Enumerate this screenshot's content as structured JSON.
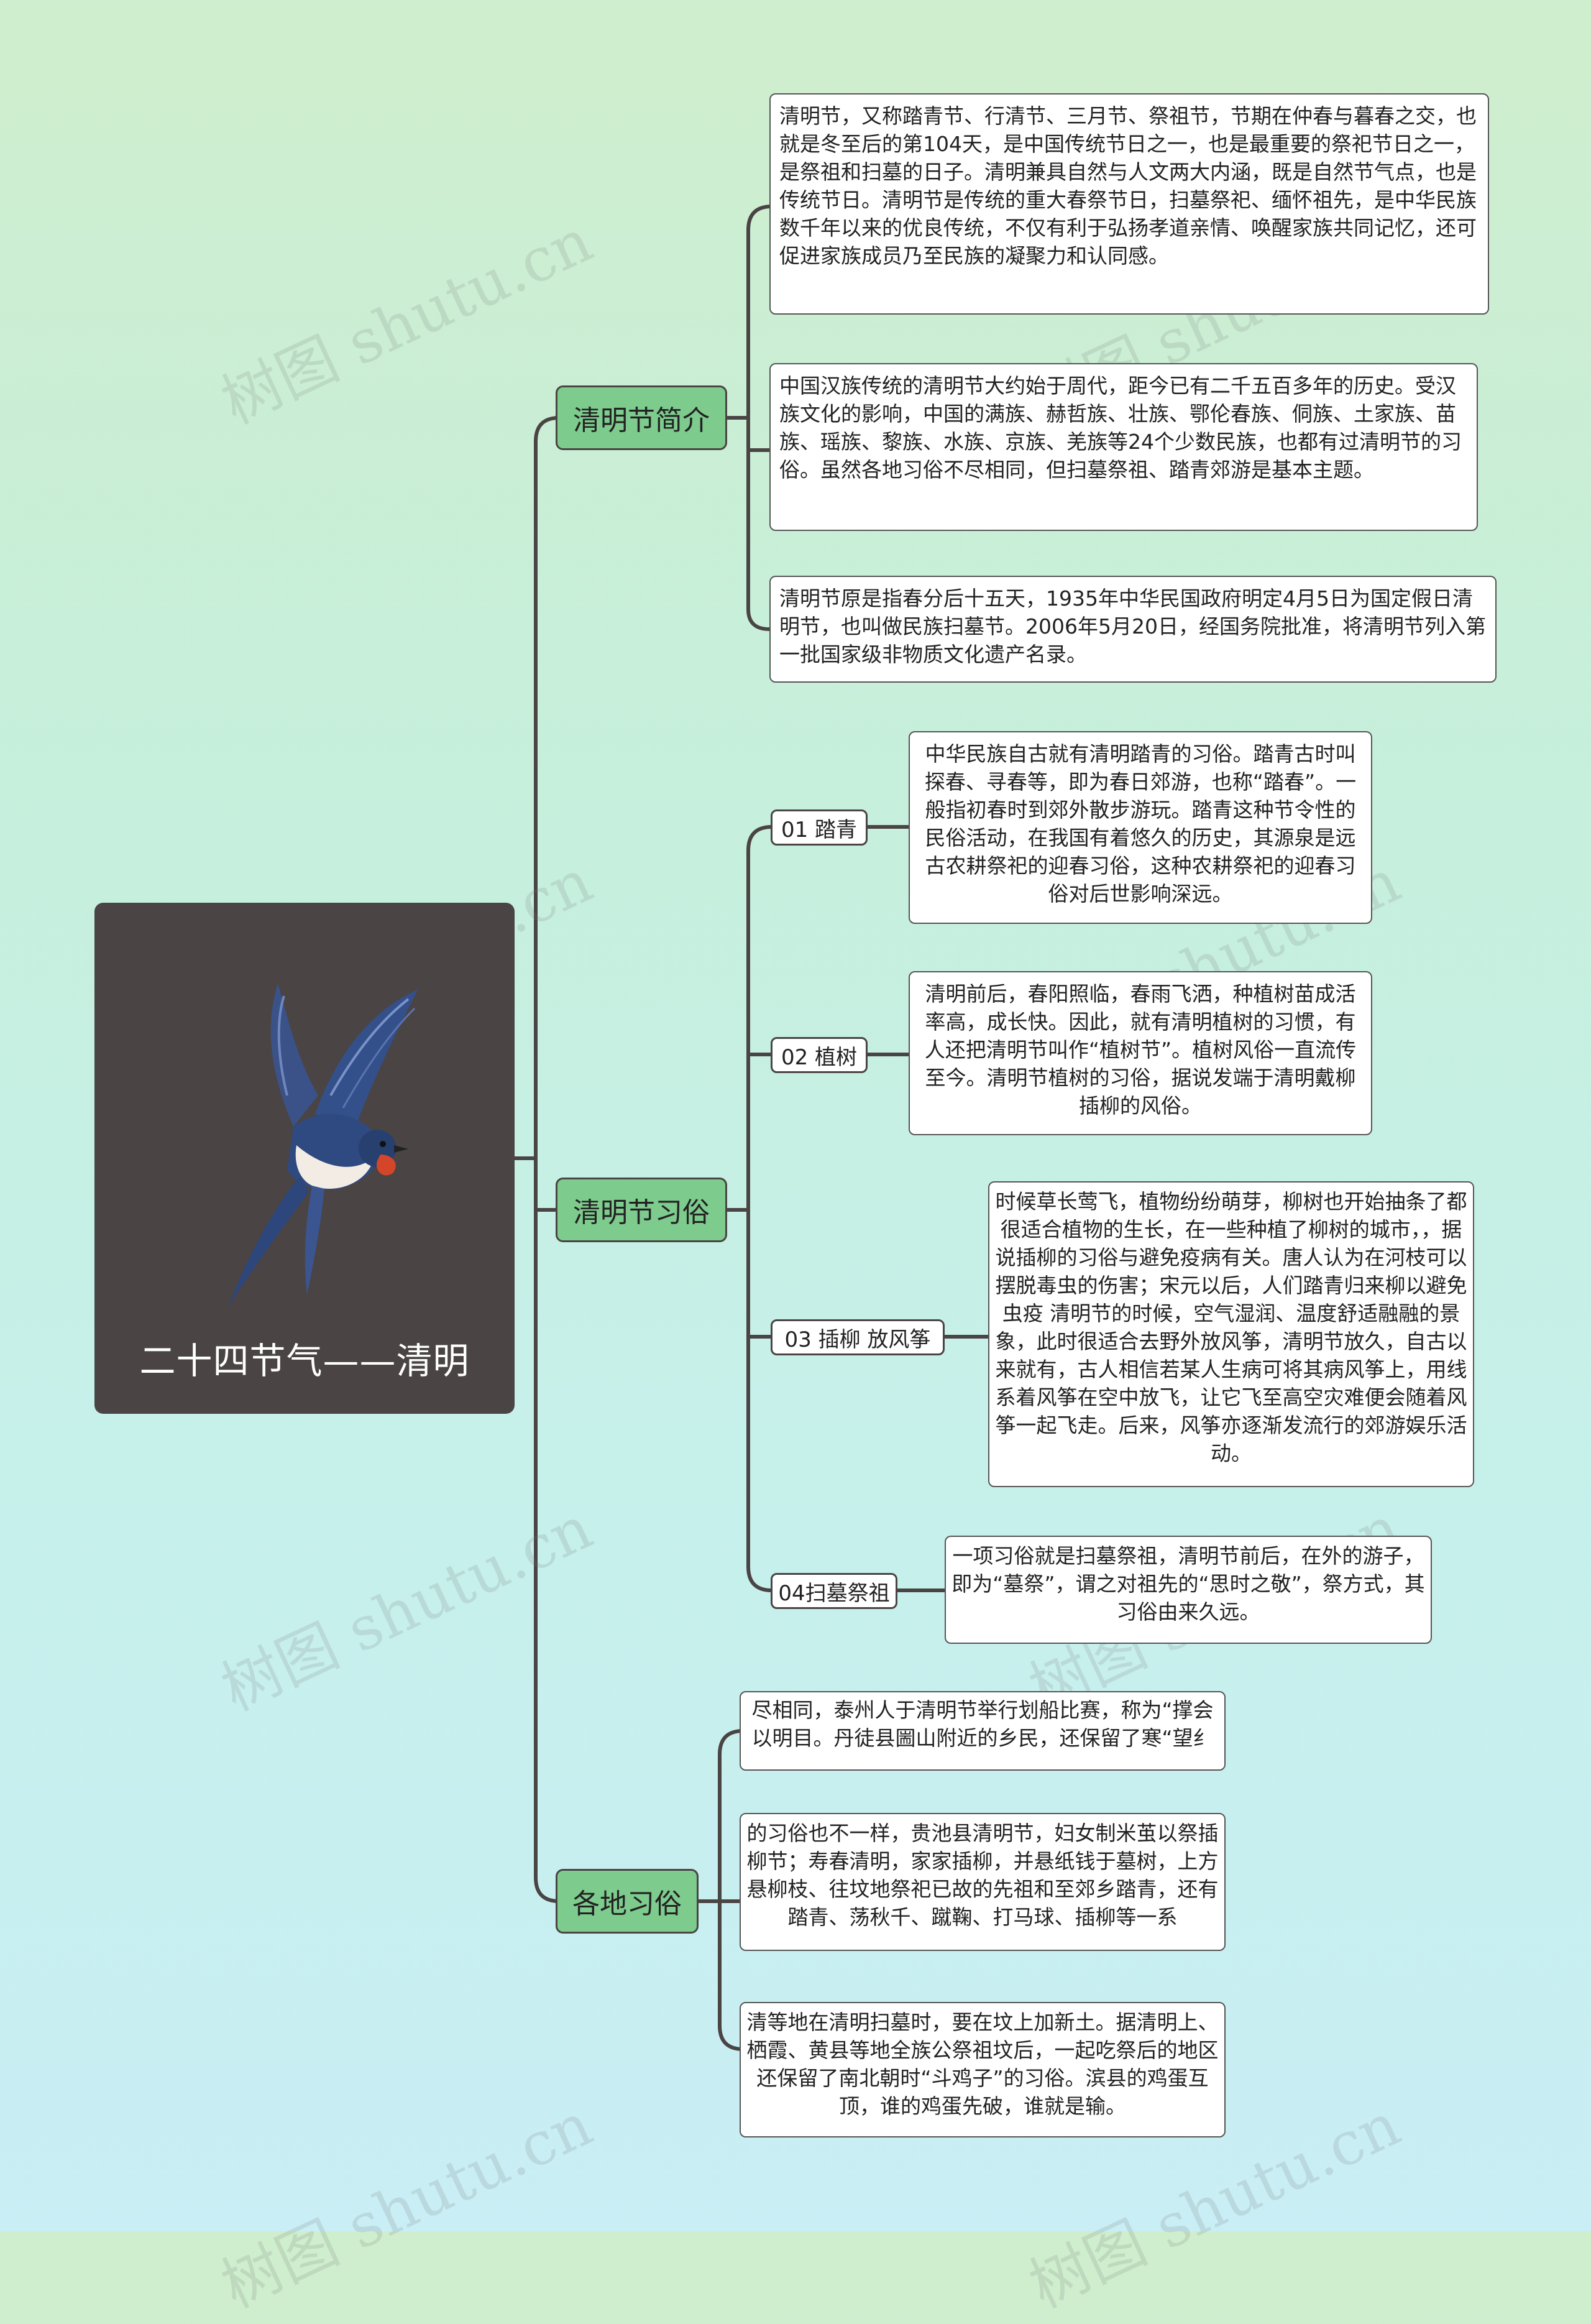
{
  "root": {
    "title": "二十四节气——清明",
    "icon": "swallow-bird-illustration"
  },
  "branches": [
    {
      "label": "清明节简介",
      "notes": [
        "清明节，又称踏青节、行清节、三月节、祭祖节，节期在仲春与暮春之交，也就是冬至后的第104天，是中国传统节日之一，也是最重要的祭祀节日之一，是祭祖和扫墓的日子。清明兼具自然与人文两大内涵，既是自然节气点，也是传统节日。清明节是传统的重大春祭节日，扫墓祭祀、缅怀祖先，是中华民族数千年以来的优良传统，不仅有利于弘扬孝道亲情、唤醒家族共同记忆，还可促进家族成员乃至民族的凝聚力和认同感。",
        "中国汉族传统的清明节大约始于周代，距今已有二千五百多年的历史。受汉族文化的影响，中国的满族、赫哲族、壮族、鄂伦春族、侗族、土家族、苗族、瑶族、黎族、水族、京族、羌族等24个少数民族，也都有过清明节的习俗。虽然各地习俗不尽相同，但扫墓祭祖、踏青郊游是基本主题。",
        "清明节原是指春分后十五天，1935年中华民国政府明定4月5日为国定假日清明节，也叫做民族扫墓节。2006年5月20日，经国务院批准，将清明节列入第一批国家级非物质文化遗产名录。"
      ]
    },
    {
      "label": "清明节习俗",
      "subs": [
        {
          "label": "01 踏青",
          "note": "中华民族自古就有清明踏青的习俗。踏青古时叫探春、寻春等，即为春日郊游，也称“踏春”。一般指初春时到郊外散步游玩。踏青这种节令性的民俗活动，在我国有着悠久的历史，其源泉是远古农耕祭祀的迎春习俗，这种农耕祭祀的迎春习俗对后世影响深远。"
        },
        {
          "label": "02 植树",
          "note": "清明前后，春阳照临，春雨飞洒，种植树苗成活率高，成长快。因此，就有清明植树的习惯，有人还把清明节叫作“植树节”。植树风俗一直流传至今。清明节植树的习俗，据说发端于清明戴柳插柳的风俗。"
        },
        {
          "label": "03 插柳  放风筝",
          "note": "时候草长莺飞，植物纷纷萌芽，柳树也开始抽条了都很适合植物的生长，在一些种植了柳树的城市，，据说插柳的习俗与避免疫病有关。唐人认为在河枝可以摆脱毒虫的伤害；宋元以后，人们踏青归来柳以避免虫疫 清明节的时候，空气湿润、温度舒适融融的景象，此时很适合去野外放风筝，清明节放久，自古以来就有，古人相信若某人生病可将其病风筝上，用线系着风筝在空中放飞，让它飞至高空灾难便会随着风筝一起飞走。后来，风筝亦逐渐发流行的郊游娱乐活动。"
        },
        {
          "label": "04扫墓祭祖",
          "note": "一项习俗就是扫墓祭祖，清明节前后，在外的游子，即为“墓祭”，谓之对祖先的“思时之敬”，祭方式，其习俗由来久远。"
        }
      ]
    },
    {
      "label": "各地习俗",
      "notes": [
        "尽相同，泰州人于清明节举行划船比赛，称为“撑会以明目。丹徒县圌山附近的乡民，还保留了寒“望纟",
        "的习俗也不一样，贵池县清明节，妇女制米茧以祭插柳节；寿春清明，家家插柳，并悬纸钱于墓树，上方悬柳枝、往坟地祭祀已故的先祖和至郊乡踏青，还有踏青、荡秋千、蹴鞠、打马球、插柳等一系",
        "清等地在清明扫墓时，要在坟上加新土。据清明上、栖霞、黄县等地全族公祭祖坟后，一起吃祭后的地区还保留了南北朝时“斗鸡子”的习俗。滨县的鸡蛋互顶，谁的鸡蛋先破，谁就是输。"
      ]
    }
  ],
  "watermark": "树图 shutu.cn"
}
